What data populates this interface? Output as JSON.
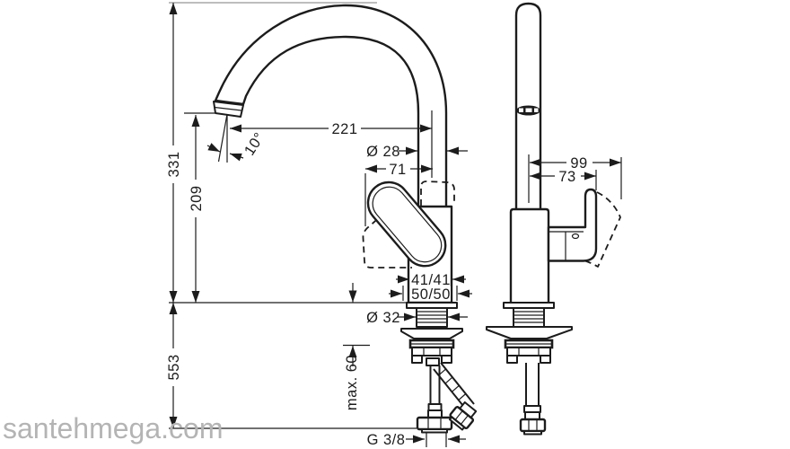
{
  "watermark": "santehmega.com",
  "colors": {
    "line": "#1c1c1c",
    "gray_reference_line": "#a9a9a9",
    "watermark": "#b4b4b4",
    "background": "#ffffff"
  },
  "dimensions": {
    "front": {
      "total_height": "331",
      "spout_height": "209",
      "below_deck_depth": "553",
      "spout_reach": "221",
      "spout_diameter": "Ø 28",
      "spout_offset": "71",
      "spray_angle": "10°",
      "body_section_a": "41/41",
      "body_section_b": "50/50",
      "shank_diameter": "Ø 32",
      "max_deck_thickness": "max. 60",
      "connection_thread": "G 3/8"
    },
    "side": {
      "handle_projection_open": "99",
      "handle_projection": "73"
    }
  }
}
